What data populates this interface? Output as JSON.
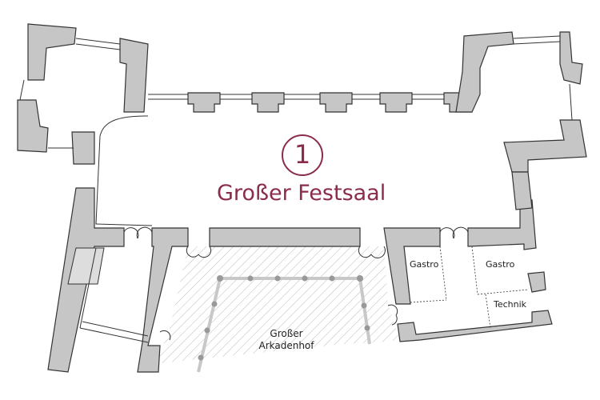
{
  "map": {
    "accent_color": "#8a2c4a",
    "wall_color": "#c6c6c6",
    "hall": {
      "number": "1",
      "name": "Großer Festsaal"
    },
    "courtyard": {
      "line1": "Großer",
      "line2": "Arkadenhof"
    },
    "rooms": [
      {
        "label": "Gastro"
      },
      {
        "label": "Gastro"
      },
      {
        "label": "Technik"
      }
    ]
  }
}
